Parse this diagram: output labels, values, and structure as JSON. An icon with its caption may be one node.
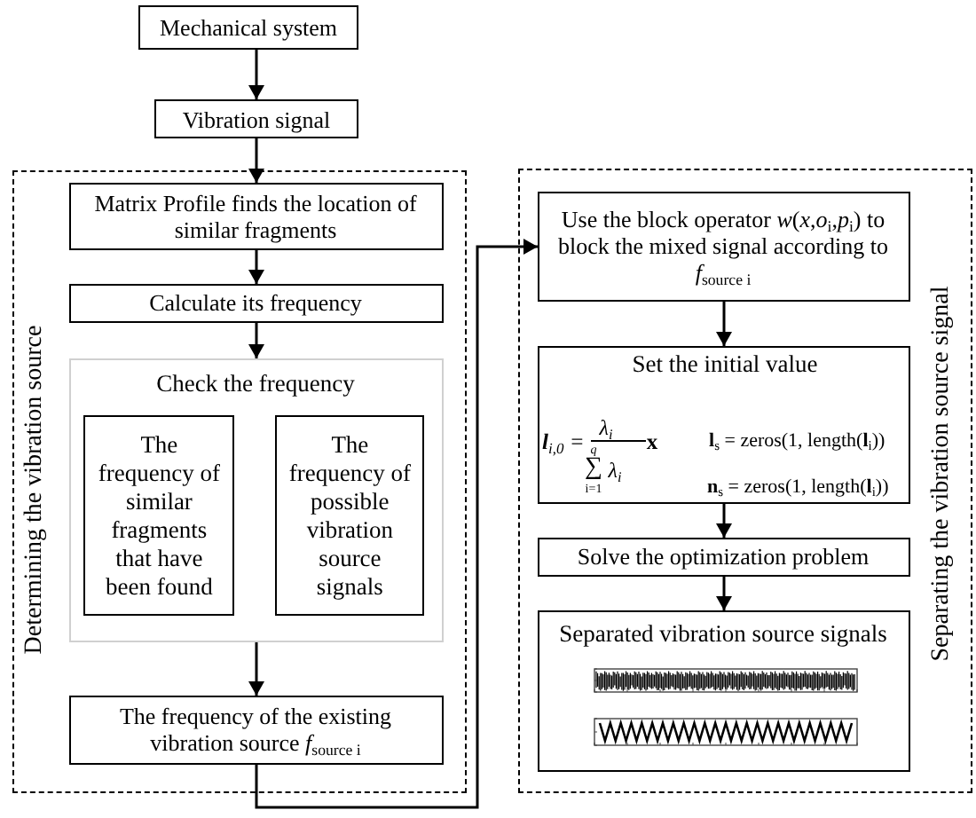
{
  "diagram": {
    "nodes": [
      {
        "text": [
          "Mechanical system"
        ]
      },
      {
        "text": [
          "Vibration signal"
        ]
      },
      {
        "text": [
          "Determining the vibration source"
        ]
      },
      {
        "text": [
          "Matrix Profile finds the location of similar fragments"
        ],
        "in": 2
      },
      {
        "text": [
          "Calculate its frequency"
        ],
        "in": 2
      },
      {
        "text": [
          "Check the frequency"
        ],
        "in": 2
      },
      {
        "text": [
          "The frequency of similar fragments that have been found"
        ],
        "in": 5
      },
      {
        "text": [
          "The frequency of possible vibration source signals"
        ],
        "in": 5
      },
      {
        "text": [
          "The frequency of the existing vibration source *f*$_{source i}$"
        ],
        "in": 2
      },
      {
        "text": [
          "Separating the vibration source signal"
        ]
      },
      {
        "text": [
          "Use the block operator *w*(*x*,*o*$_{i}$,*p*$_{i}$) to block the mixed signal according to *f*$_{source i}$"
        ],
        "in": 9
      },
      {
        "text": [
          "Set the initial value",
          "**l**$_{i,0}$ =",
          "λ$_{i}$",
          "q",
          "∑",
          "i=1",
          "λ$_{i}$",
          "**x**",
          "**l**$_{s}$ = zeros(1, length(**l**$_{i}$))",
          "**n**$_{s}$ = zeros(1, length(**l**$_{i}$))"
        ],
        "in": 9
      },
      {
        "text": [
          "Solve the optimization problem"
        ],
        "in": 9
      },
      {
        "text": [
          "Separated vibration source signals"
        ],
        "in": 9
      }
    ],
    "edges": [
      {
        "from": 0,
        "to": 1,
        "arrow": "to"
      },
      {
        "from": 1,
        "to": 3,
        "arrow": "to"
      },
      {
        "from": 3,
        "to": 4,
        "arrow": "to"
      },
      {
        "from": 4,
        "to": 5,
        "arrow": "to"
      },
      {
        "from": 5,
        "to": 8,
        "arrow": "to"
      },
      {
        "from": 8,
        "to": 10,
        "arrow": "to"
      },
      {
        "from": 10,
        "to": 11,
        "arrow": "to"
      },
      {
        "from": 11,
        "to": 12,
        "arrow": "to"
      },
      {
        "from": 12,
        "to": 13,
        "arrow": "to"
      }
    ]
  }
}
